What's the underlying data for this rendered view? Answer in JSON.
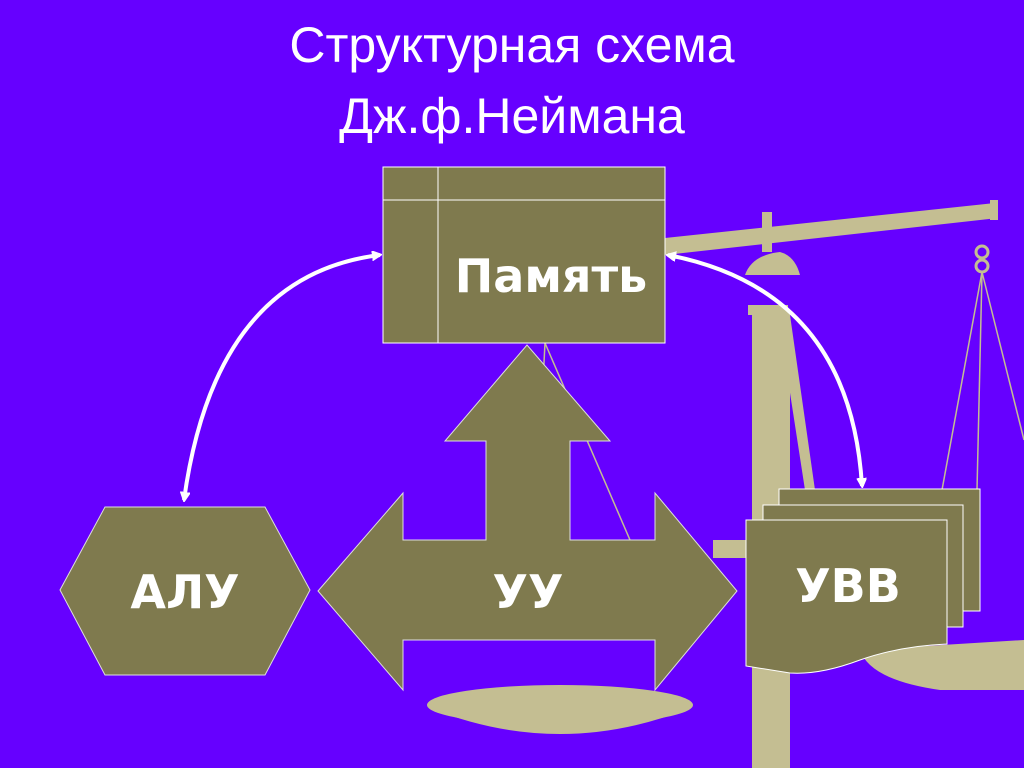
{
  "title": {
    "line1": "Структурная схема",
    "line2": "Дж.ф.Неймана"
  },
  "blocks": {
    "memory": "Память",
    "alu": "АЛУ",
    "control": "УУ",
    "io": "УВВ"
  },
  "colors": {
    "background": "#6600ff",
    "block": "#7f7a4e",
    "scale": "#c4be92",
    "arrow": "#ffffff"
  },
  "decor": {
    "background_picture": "scales-icon"
  }
}
